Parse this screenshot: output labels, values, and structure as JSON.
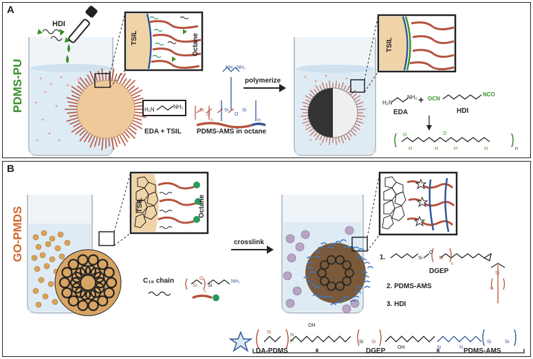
{
  "colors": {
    "pu_green": "#3a8f2a",
    "pmds_orange": "#d2662a",
    "pdms_red": "#b5533c",
    "ams_blue": "#2f5597",
    "tsil_tan": "#f0d4a8"
  },
  "panel_a": {
    "letter": "A",
    "side_label": "PDMS-PU",
    "hdi_label": "HDI",
    "tsil_label": "TSIL",
    "octane_label": "Octane",
    "eda_mol_labels": {
      "left": "H₂N",
      "right": "NH₂"
    },
    "ams_nh_label": "NH",
    "ams_nh2_label": "NH₂",
    "si_label": "Si",
    "o_label": "O",
    "n_label": "n",
    "m_label": "m",
    "caption_eda_tsil": "EDA + TSIL",
    "caption_ams": "PDMS-AMS in octane",
    "arrow_label": "polymerize",
    "tsil_label_2": "TSIL",
    "eda_label": "EDA",
    "plus": "+",
    "hdi_label_2": "HDI",
    "ocn_label": "OCN",
    "nco_label": "NCO",
    "polymer_h_label": "H",
    "polymer_subscript": "n"
  },
  "panel_b": {
    "letter": "B",
    "side_label": "GO-PMDS",
    "tsil_label": "TSIL",
    "octane_label": "Octane",
    "c18_label": "C₁₈ chain",
    "nh2_label": "NH₂",
    "si_label": "Si",
    "o_label": "O",
    "n_label": "n",
    "arrow_label": "crosslink",
    "list_1": "1.",
    "dgep_label": "DGEP",
    "list_2": "2.  PDMS-AMS",
    "list_3": "3.  HDI",
    "oh_label": "OH",
    "n_atom": "N",
    "h_atom": "H",
    "bracket_labels": [
      "DA-PDMS",
      "DGEP",
      "PDMS-AMS"
    ]
  }
}
